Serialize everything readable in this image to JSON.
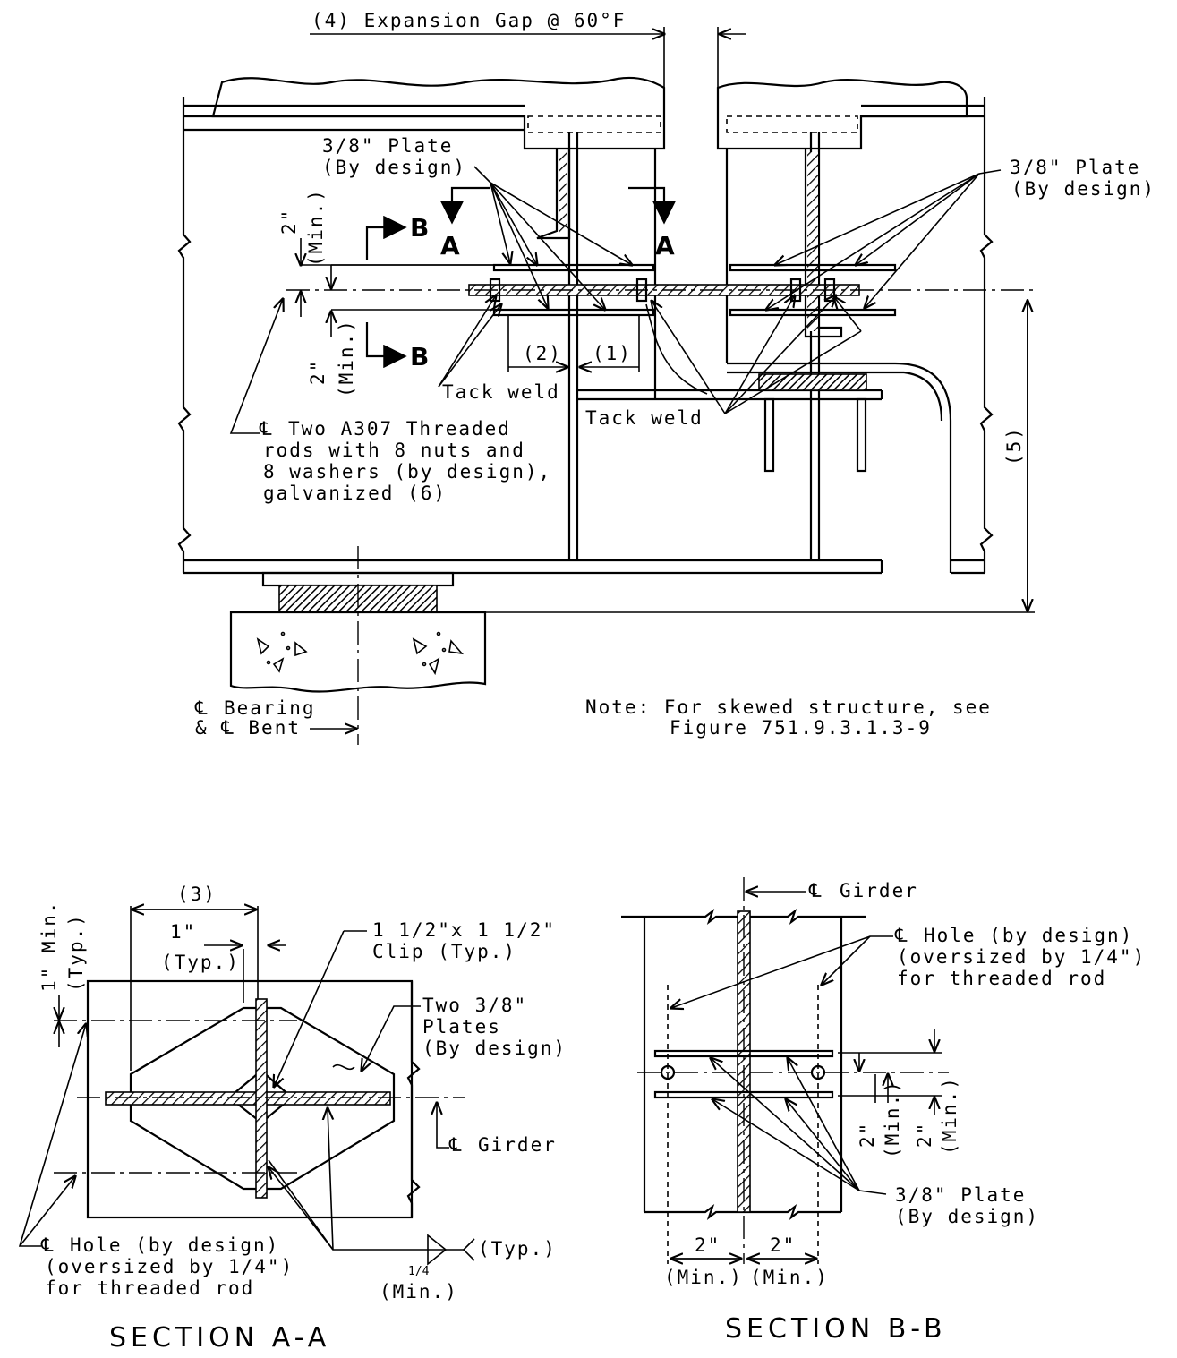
{
  "elevation": {
    "expansion_gap": "(4) Expansion Gap @ 60°F",
    "plate_left": [
      "3/8\" Plate",
      "(By design)"
    ],
    "plate_right": [
      "3/8\" Plate",
      "(By design)"
    ],
    "section_a_marker": "A",
    "section_b_marker": "B",
    "min_top": [
      "2\"",
      "(Min.)"
    ],
    "min_bottom": [
      "2\"",
      "(Min.)"
    ],
    "dim_2": "(2)",
    "dim_1": "(1)",
    "dim_5": "(5)",
    "tack_weld_left": "Tack weld",
    "tack_weld_right": "Tack weld",
    "rod_callout": [
      "Two A307 Threaded",
      "rods with 8 nuts and",
      "8 washers (by design),",
      "galvanized (6)"
    ],
    "bearing_label": [
      "Bearing",
      "& ℄ Bent"
    ],
    "note": [
      "Note: For skewed structure, see",
      "Figure 751.9.3.1.3-9"
    ]
  },
  "section_aa": {
    "title": "SECTION A-A",
    "dim_3": "(3)",
    "dim_1in": [
      "1\"",
      "(Typ.)"
    ],
    "min_1in": [
      "1\" Min.",
      "(Typ.)"
    ],
    "clip": [
      "1 1/2\"x 1 1/2\"",
      "Clip (Typ.)"
    ],
    "plates": [
      "Two 3/8\"",
      "Plates",
      "(By design)"
    ],
    "girder_label": "Girder",
    "hole": [
      "Hole (by design)",
      "(oversized by 1/4\")",
      "for threaded rod"
    ],
    "weld_size": "1/4",
    "weld_min": "(Min.)",
    "weld_typ": "(Typ.)"
  },
  "section_bb": {
    "title": "SECTION B-B",
    "girder_label": "Girder",
    "hole": [
      "Hole (by design)",
      "(oversized by 1/4\")",
      "for threaded rod"
    ],
    "plate": [
      "3/8\" Plate",
      "(By design)"
    ],
    "min_2a": [
      "2\"",
      "(Min.)"
    ],
    "min_2b": [
      "2\"",
      "(Min.)"
    ],
    "bottom_left": [
      "2\"",
      "(Min.)"
    ],
    "bottom_right": [
      "2\"",
      "(Min.)"
    ]
  }
}
